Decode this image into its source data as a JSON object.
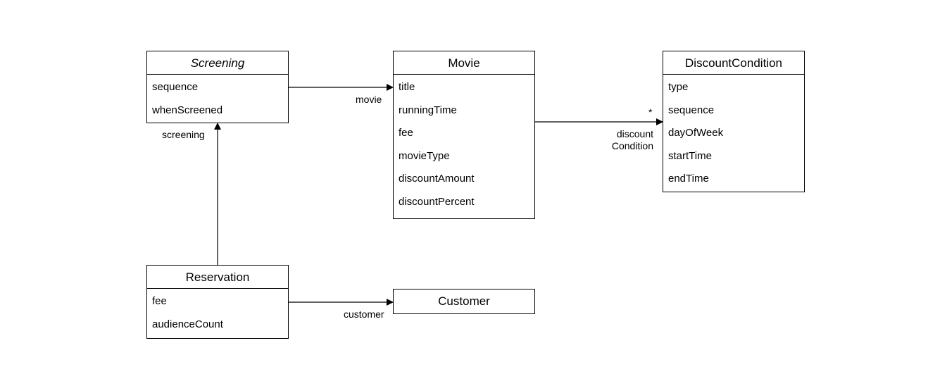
{
  "classes": {
    "screening": {
      "name": "Screening",
      "attributes": [
        "sequence",
        "whenScreened"
      ]
    },
    "movie": {
      "name": "Movie",
      "attributes": [
        "title",
        "runningTime",
        "fee",
        "movieType",
        "discountAmount",
        "discountPercent"
      ]
    },
    "discount_condition": {
      "name": "DiscountCondition",
      "attributes": [
        "type",
        "sequence",
        "dayOfWeek",
        "startTime",
        "endTime"
      ]
    },
    "reservation": {
      "name": "Reservation",
      "attributes": [
        "fee",
        "audienceCount"
      ]
    },
    "customer": {
      "name": "Customer",
      "attributes": []
    }
  },
  "associations": {
    "screening_movie": {
      "role": "movie"
    },
    "movie_discount": {
      "role_line1": "discount",
      "role_line2": "Condition",
      "multiplicity": "*"
    },
    "reservation_screening": {
      "role": "screening"
    },
    "reservation_customer": {
      "role": "customer"
    }
  }
}
